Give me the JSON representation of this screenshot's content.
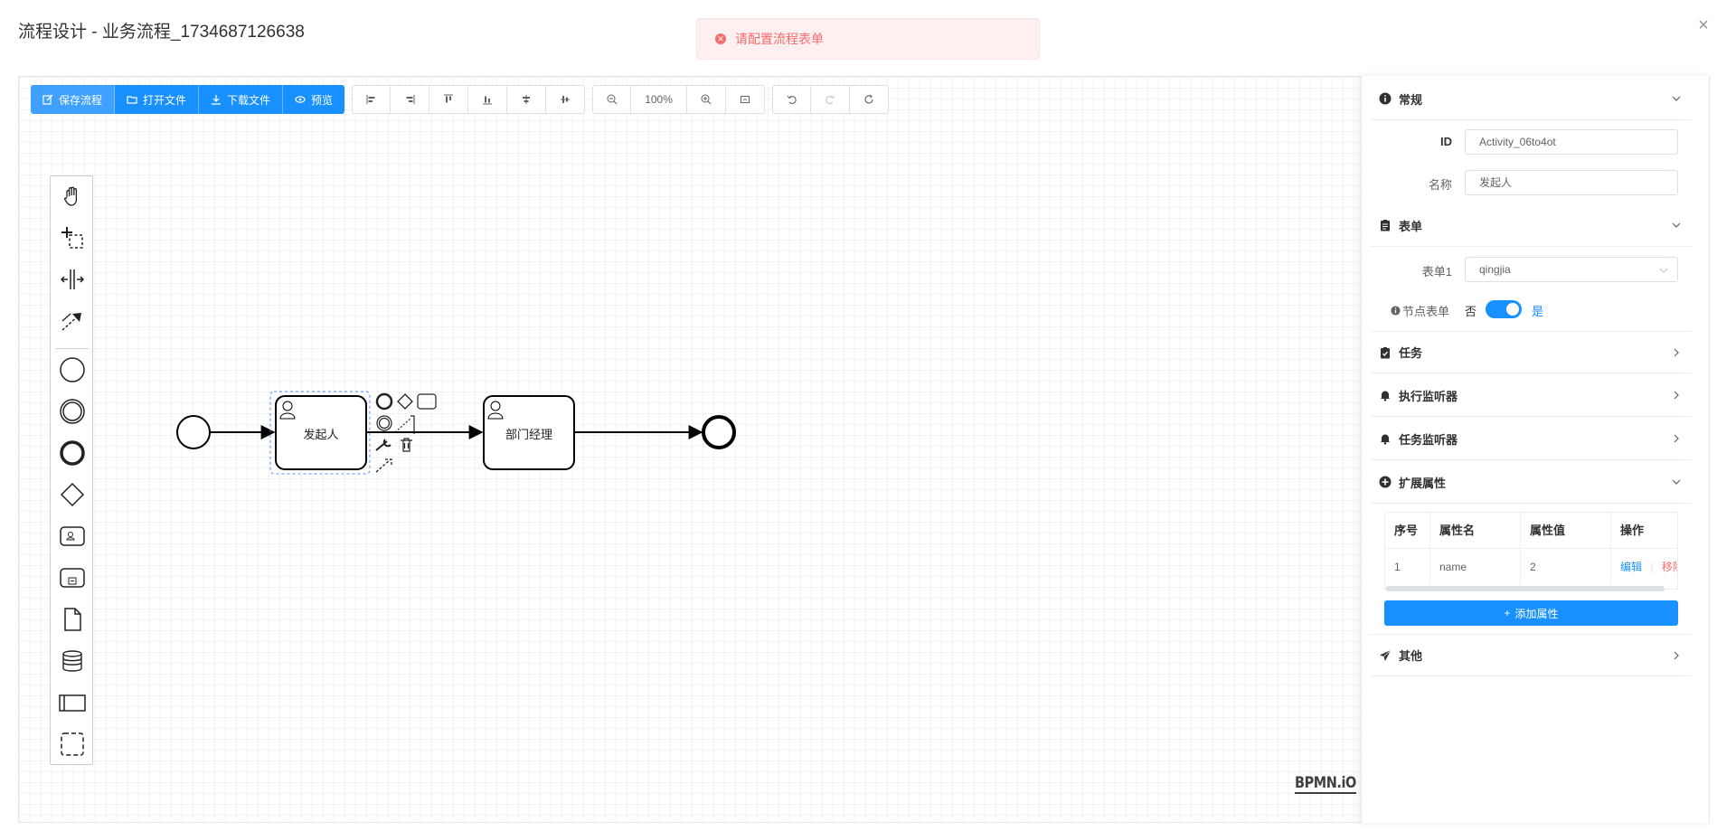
{
  "dialog": {
    "title": "流程设计 - 业务流程_1734687126638",
    "close_glyph": "×"
  },
  "toast": {
    "message": "请配置流程表单",
    "icon": "error-circle-icon"
  },
  "toolbar": {
    "save": "保存流程",
    "open": "打开文件",
    "download": "下载文件",
    "preview": "预览",
    "zoom": "100%"
  },
  "diagram": {
    "task1": "发起人",
    "task2": "部门经理"
  },
  "logo": "BPMN.iO",
  "panel": {
    "general": {
      "title": "常规",
      "id_label": "ID",
      "id_value": "Activity_06to4ot",
      "name_label": "名称",
      "name_value": "发起人"
    },
    "form": {
      "title": "表单",
      "form_label": "表单1",
      "form_value": "qingjia",
      "node_form_label": "节点表单",
      "switch_off": "否",
      "switch_on": "是"
    },
    "task": {
      "title": "任务"
    },
    "exec_listener": {
      "title": "执行监听器"
    },
    "task_listener": {
      "title": "任务监听器"
    },
    "ext": {
      "title": "扩展属性",
      "columns": [
        "序号",
        "属性名",
        "属性值",
        "操作"
      ],
      "rows": [
        {
          "index": "1",
          "name": "name",
          "value": "2",
          "edit": "编辑",
          "sep": "|",
          "remove": "移除"
        }
      ],
      "add_button": "添加属性",
      "add_glyph": "+"
    },
    "other": {
      "title": "其他"
    }
  }
}
